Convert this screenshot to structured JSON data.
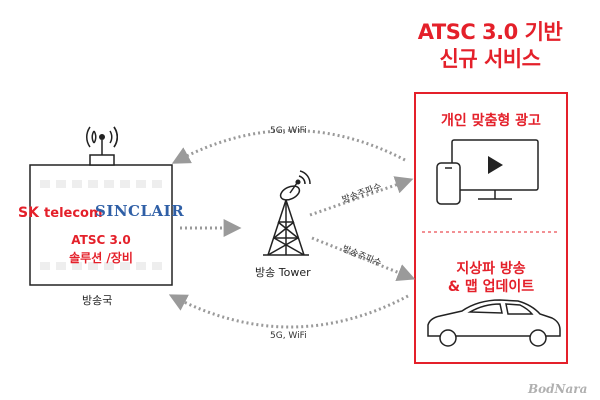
{
  "title": {
    "line1": "ATSC 3.0 기반",
    "line2": "신규 서비스"
  },
  "services": {
    "ad": "개인 맞춤형 광고",
    "broadcast_line1": "지상파 방송",
    "broadcast_line2": "& 맵 업데이트"
  },
  "station": {
    "logo_sk": "SK",
    "logo_telecom": "telecom",
    "logo_sinclair": "SINCLAIR",
    "solution_line1": "ATSC 3.0",
    "solution_line2": "솔루션 /장비",
    "label": "방송국"
  },
  "tower": {
    "label": "방송 Tower"
  },
  "links": {
    "top": "5G, WiFi",
    "bottom": "5G, WiFi",
    "freq_upper": "방송주파수",
    "freq_lower": "방송주파수"
  },
  "watermark": "BodNara",
  "colors": {
    "accent": "#e4202a",
    "sinclair": "#2f5fa6",
    "arrow": "#9a9a9a"
  },
  "icons": [
    "antenna-icon",
    "tower-icon",
    "monitor-icon",
    "phone-icon",
    "car-icon"
  ]
}
